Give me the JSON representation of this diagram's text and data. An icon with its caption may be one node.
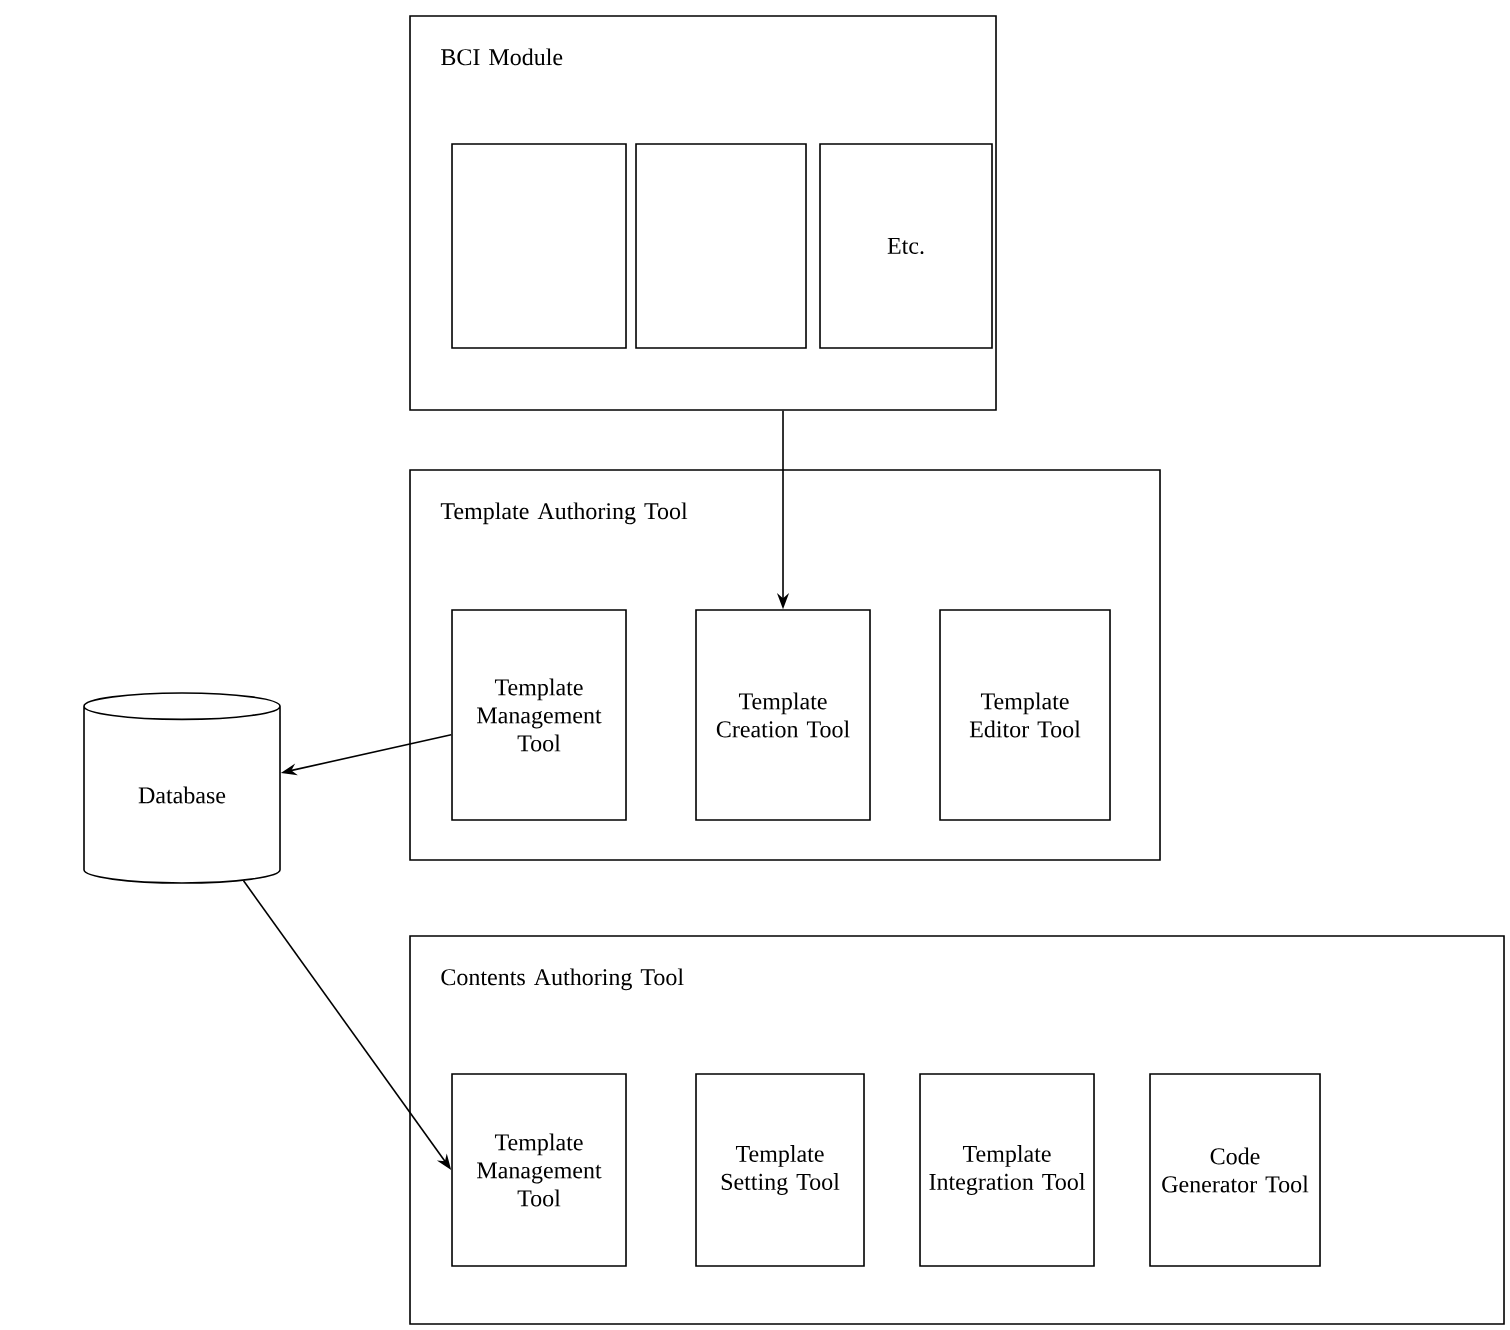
{
  "diagram": {
    "nodes": [
      {
        "text": [
          "BCI Module"
        ]
      },
      {
        "text": [],
        "shape": "box",
        "in": 0
      },
      {
        "text": [],
        "shape": "box",
        "in": 0
      },
      {
        "text": [
          "Etc."
        ],
        "in": 0
      },
      {
        "text": [
          "Template Authoring Tool"
        ]
      },
      {
        "text": [
          "Template Management Tool"
        ],
        "in": 4
      },
      {
        "text": [
          "Template Creation Tool"
        ],
        "in": 4
      },
      {
        "text": [
          "Template Editor Tool"
        ],
        "in": 4
      },
      {
        "text": [
          "Database"
        ]
      },
      {
        "text": [
          "Contents Authoring Tool"
        ]
      },
      {
        "text": [
          "Template Management Tool"
        ],
        "in": 9
      },
      {
        "text": [
          "Template Setting Tool"
        ],
        "in": 9
      },
      {
        "text": [
          "Template Integration Tool"
        ],
        "in": 9
      },
      {
        "text": [
          "Code Generator Tool"
        ],
        "in": 9
      }
    ],
    "edges": [
      {
        "from": 0,
        "to": 6,
        "arrow": "to"
      },
      {
        "from": 5,
        "to": 8,
        "arrow": "to"
      },
      {
        "from": 8,
        "to": 10,
        "arrow": "to"
      }
    ]
  }
}
